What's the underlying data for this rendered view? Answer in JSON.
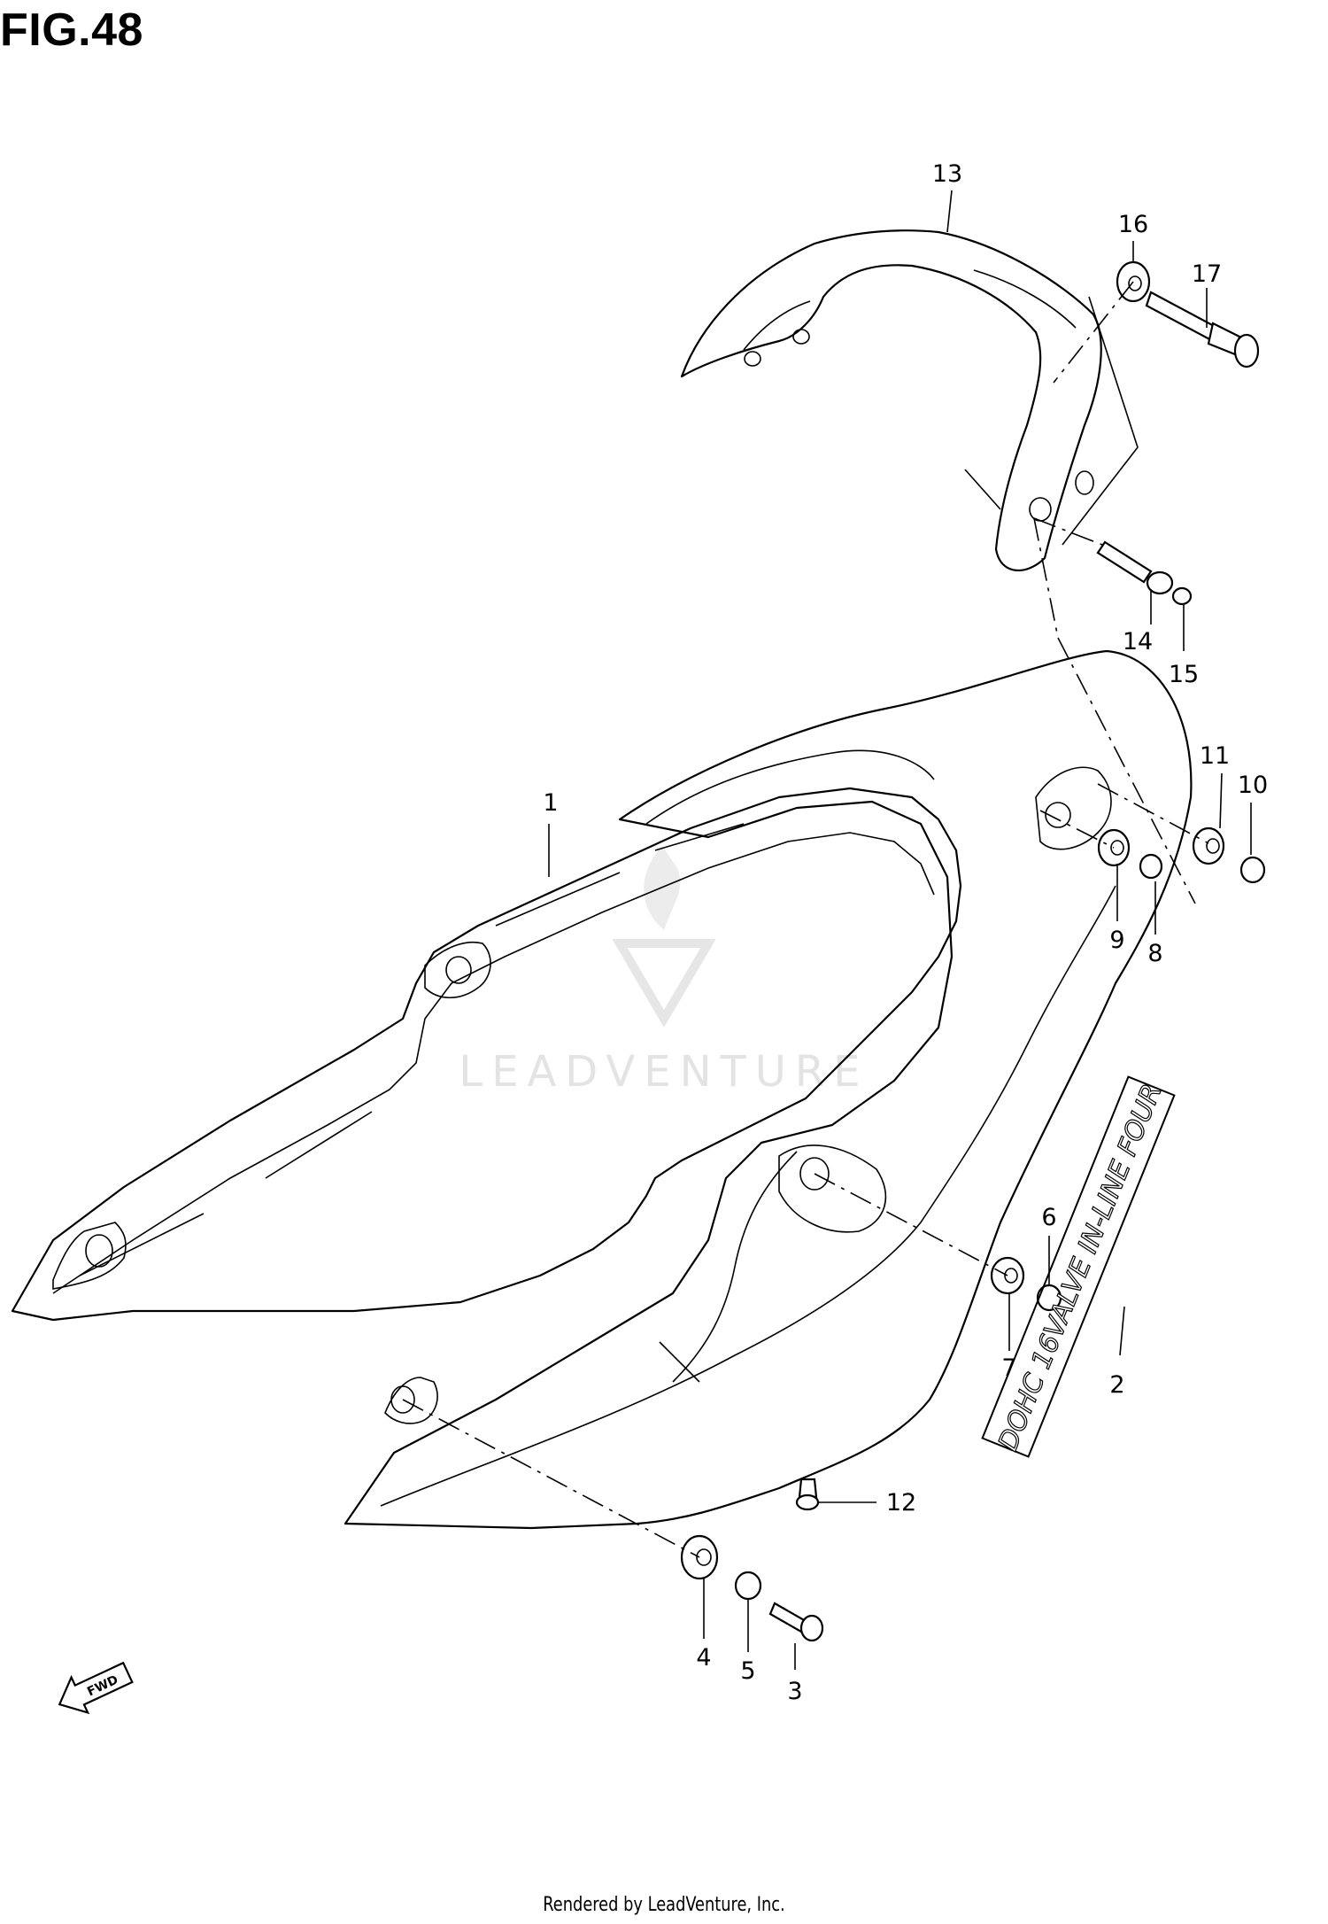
{
  "figure": {
    "title": "FIG.48"
  },
  "watermark": {
    "text": "LEADVENTURE"
  },
  "footer": {
    "text": "Rendered by LeadVenture, Inc."
  },
  "direction_marker": {
    "text": "FWD",
    "icon": "forward-arrow-icon"
  },
  "decal": {
    "text": "DOHC 16VALVE IN-LINE FOUR"
  },
  "callouts": {
    "p1": "1",
    "p2": "2",
    "p3": "3",
    "p4": "4",
    "p5": "5",
    "p6": "6",
    "p7": "7",
    "p8": "8",
    "p9": "9",
    "p10": "10",
    "p11": "11",
    "p12": "12",
    "p13": "13",
    "p14": "14",
    "p15": "15",
    "p16": "16",
    "p17": "17"
  }
}
